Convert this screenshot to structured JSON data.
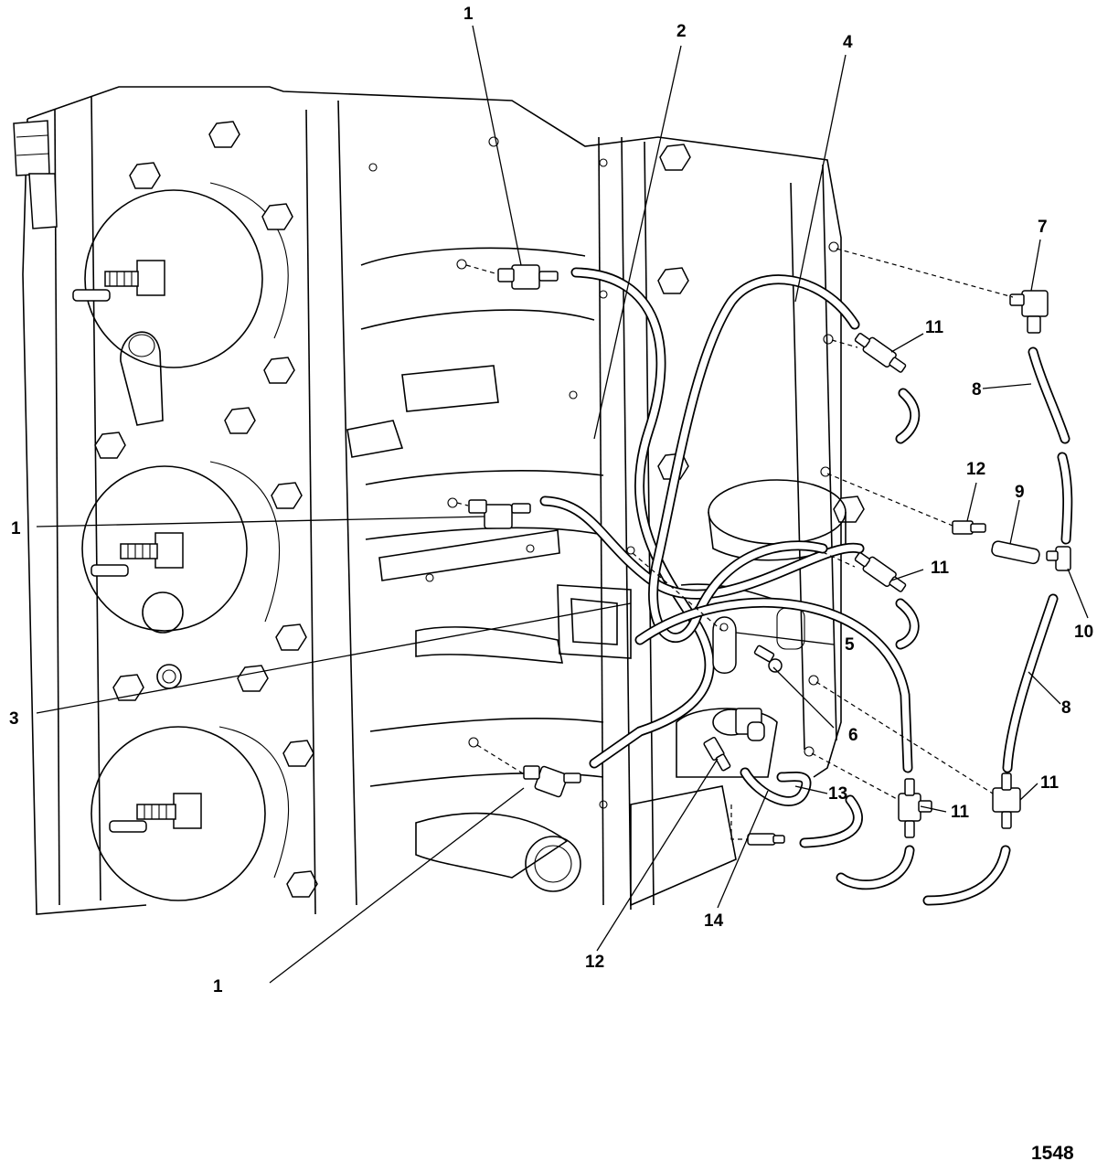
{
  "figure": {
    "number": "1548",
    "callouts": {
      "c1a": "1",
      "c2": "2",
      "c4": "4",
      "c7": "7",
      "c11a": "11",
      "c8a": "8",
      "c12a": "12",
      "c9": "9",
      "c1b": "1",
      "c11b": "11",
      "c10": "10",
      "c5": "5",
      "c3": "3",
      "c8b": "8",
      "c6": "6",
      "c11c": "11",
      "c13": "13",
      "c11d": "11",
      "c14": "14",
      "c12b": "12",
      "c1c": "1"
    }
  }
}
